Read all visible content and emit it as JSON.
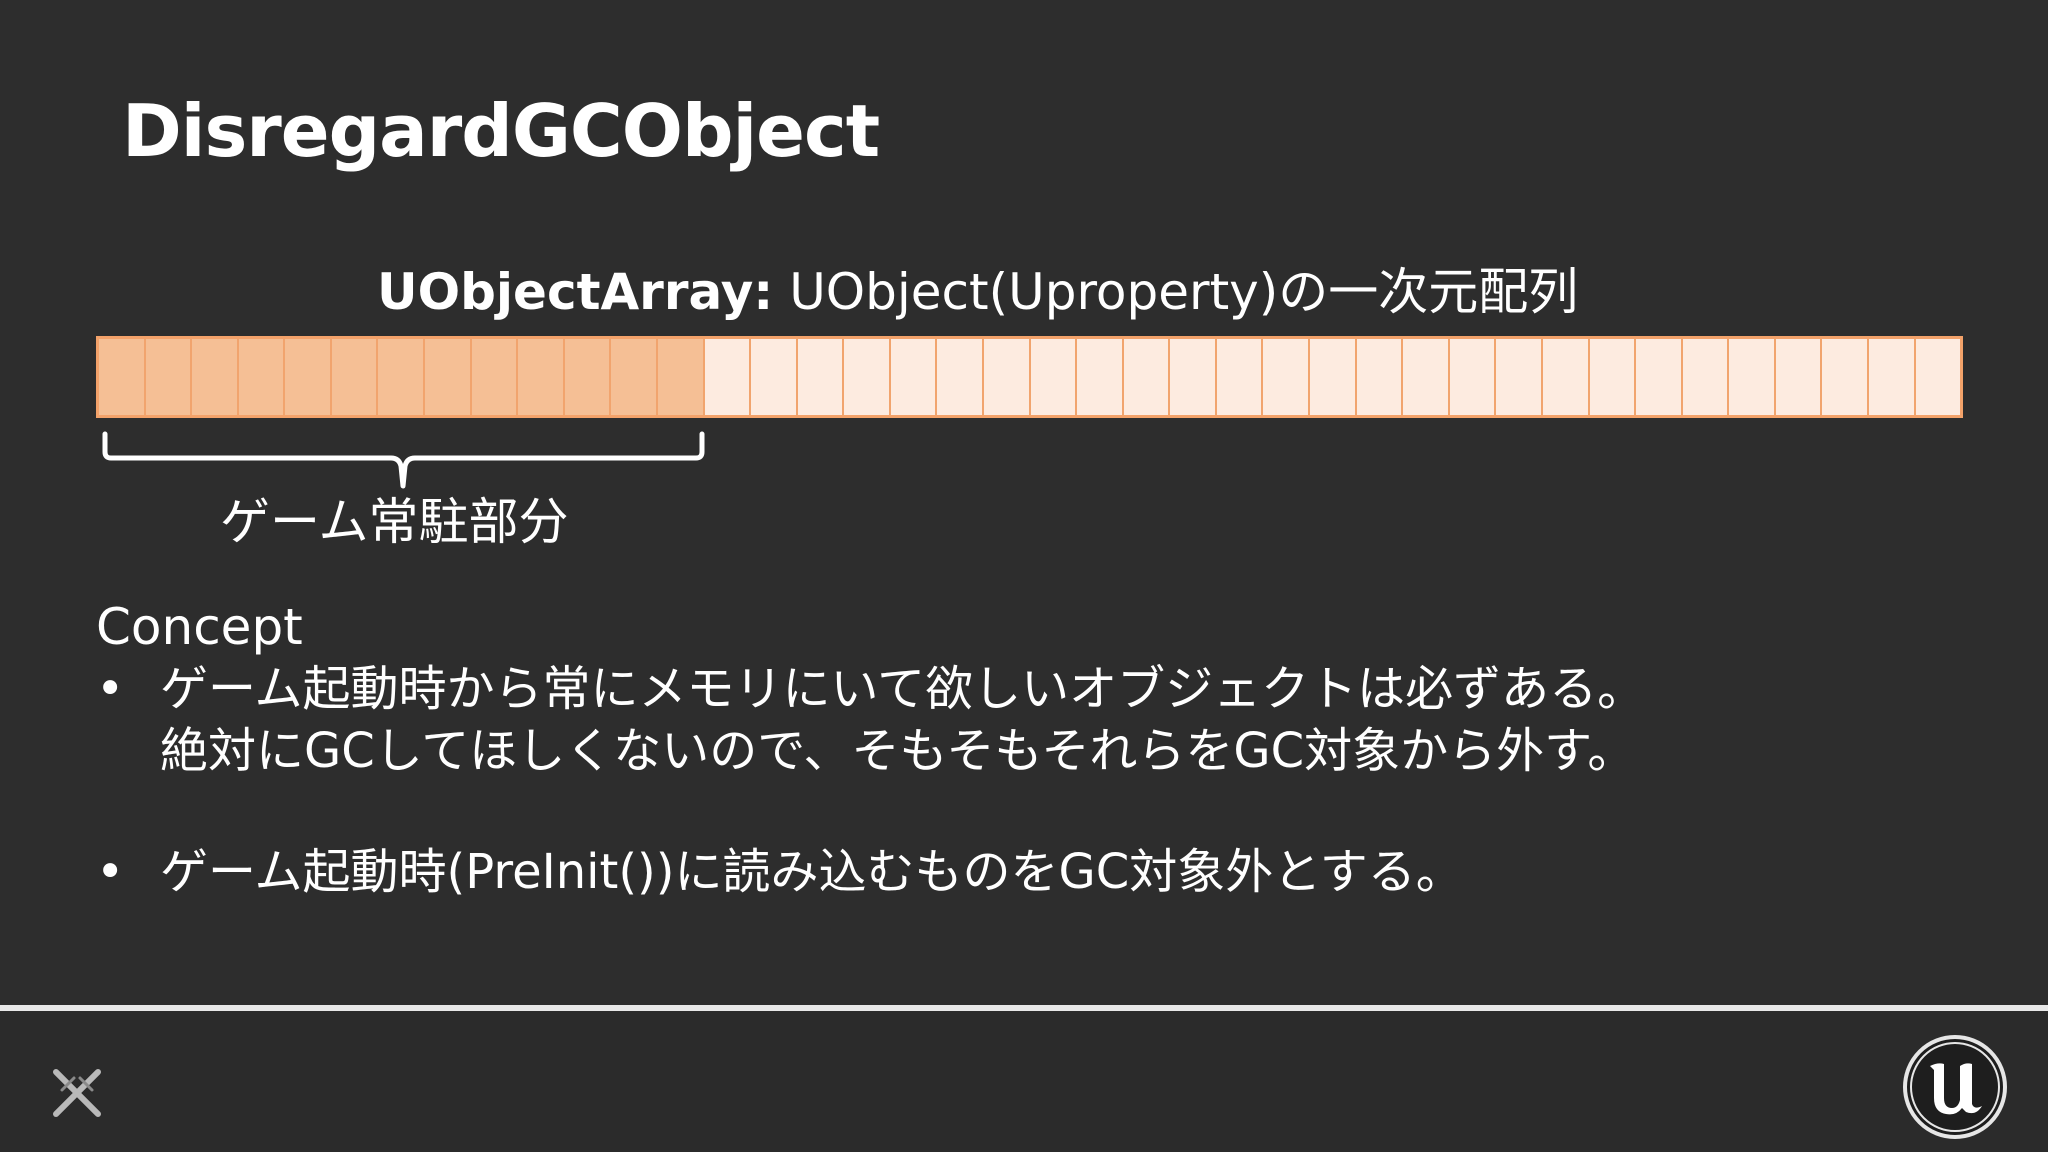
{
  "slide": {
    "title": "DisregardGCObject"
  },
  "array_diagram": {
    "caption_bold": "UObjectArray:",
    "caption_rest": " UObject(Uproperty)の一次元配列",
    "resident_cell_count": 13,
    "total_cell_count": 40,
    "colors": {
      "resident_fill": "#f5bf95",
      "normal_fill": "#fdebe0",
      "border": "#f3a26a"
    },
    "brace_label": "ゲーム常駐部分"
  },
  "concept": {
    "heading": "Concept",
    "bullet_symbol": "•",
    "bullets": [
      {
        "line1": "ゲーム起動時から常にメモリにいて欲しいオブジェクトは必ずある。",
        "line2": "絶対にGCしてほしくないので、そもそもそれらをGC対象から外す。"
      },
      {
        "line1": "ゲーム起動時(PreInit())に読み込むものをGC対象外とする。"
      }
    ]
  },
  "footer": {
    "left_icon": "crossed-swords-logo-icon",
    "right_icon": "unreal-engine-logo-icon"
  }
}
